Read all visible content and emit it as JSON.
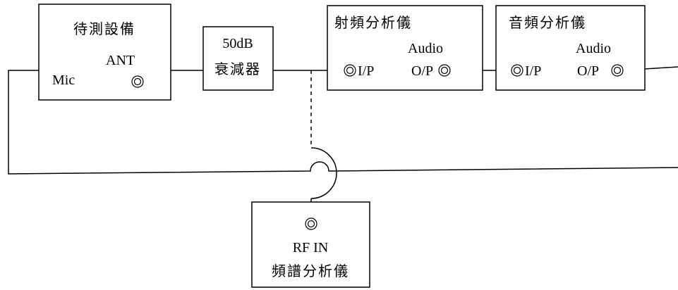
{
  "dut": {
    "title": "待測設備",
    "ant_label": "ANT",
    "mic_label": "Mic"
  },
  "attenuator": {
    "line1": "50dB",
    "line2": "衰減器"
  },
  "rf_analyzer": {
    "title": "射頻分析儀",
    "audio_label": "Audio",
    "input_label": "I/P",
    "output_label": "O/P"
  },
  "audio_analyzer": {
    "title": "音頻分析儀",
    "audio_label": "Audio",
    "input_label": "I/P",
    "output_label": "O/P"
  },
  "spectrum_analyzer": {
    "line1": "RF IN",
    "line2": "頻譜分析儀"
  }
}
